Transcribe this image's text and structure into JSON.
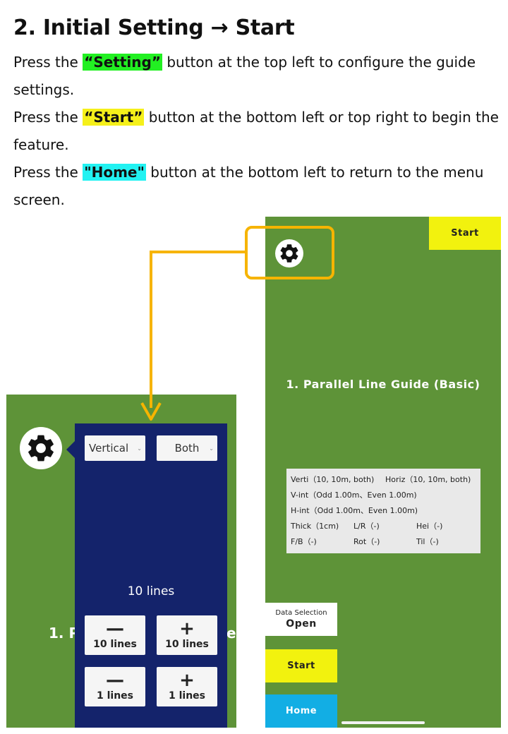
{
  "heading": "2. Initial Setting → Start",
  "instructions": {
    "p1": {
      "pre": "Press the ",
      "hl": "“Setting”",
      "post": " button at the top left to configure the guide settings."
    },
    "p2": {
      "pre": "Press the ",
      "hl": "“Start”",
      "post": " button at the bottom left or top right to begin the feature."
    },
    "p3": {
      "pre": "Press the ",
      "hl": "\"Home\"",
      "post": " button at the bottom left to return to the menu screen."
    }
  },
  "colors": {
    "setting_highlight": "#22f022",
    "start_highlight": "#f5f01a",
    "home_highlight": "#22f2f2",
    "screen_bg": "#5e9338",
    "panel_bg": "#14236b",
    "callout": "#f6b400"
  },
  "right_screen": {
    "start_top_label": "Start",
    "gear_icon": "gear-icon",
    "guide_title": "1. Parallel Line Guide (Basic)",
    "info": {
      "row1": {
        "a": "Verti（10, 10m, both)",
        "b": "Horiz（10, 10m, both)"
      },
      "row2": "V-int（Odd 1.00m、Even 1.00m)",
      "row3": "H-int（Odd 1.00m、Even 1.00m)",
      "row4": {
        "a": "Thick（1cm)",
        "b": "L/R（-)",
        "c": "Hei（-)"
      },
      "row5": {
        "a": "F/B（-)",
        "b": "Rot（-)",
        "c": "Til（-)"
      }
    },
    "data_selection": {
      "caption": "Data Selection",
      "label": "Open"
    },
    "start_bottom_label": "Start",
    "home_label": "Home"
  },
  "left_screen": {
    "gear_icon": "gear-icon",
    "background_text_left": "1. P",
    "background_text_right": "e",
    "direction_select": "Vertical",
    "side_select": "Both",
    "lines_count": "10 lines",
    "steppers": [
      {
        "symbol": "—",
        "label": "10 lines"
      },
      {
        "symbol": "+",
        "label": "10 lines"
      },
      {
        "symbol": "—",
        "label": "1 lines"
      },
      {
        "symbol": "+",
        "label": "1 lines"
      }
    ]
  }
}
